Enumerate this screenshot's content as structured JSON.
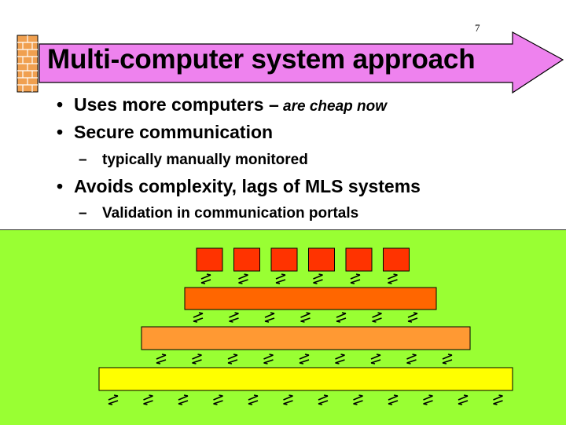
{
  "slide": {
    "page_number": "7",
    "title": "Multi-computer system approach",
    "bullets": {
      "b1_bold": "Uses more computers –",
      "b1_italic": " are cheap now",
      "b2": "Secure communication",
      "b2_sub_dash": "–",
      "b2_sub": "typically manually monitored",
      "b3": "Avoids complexity, lags of MLS systems",
      "b3_sub_dash": "–",
      "b3_sub": "Validation in communication portals"
    },
    "bullet_symbol": "•"
  },
  "colors": {
    "arrow_fill": "#ee82ee",
    "wall_brick": "#f0a050",
    "panel_bg": "#99ff33",
    "top_boxes": "#ff3300",
    "tier2": "#ff6600",
    "tier3": "#ff9933",
    "tier4": "#ffff00"
  },
  "diagram": {
    "top_box_count": 6,
    "arrow_rows": [
      6,
      7,
      9,
      12
    ]
  }
}
